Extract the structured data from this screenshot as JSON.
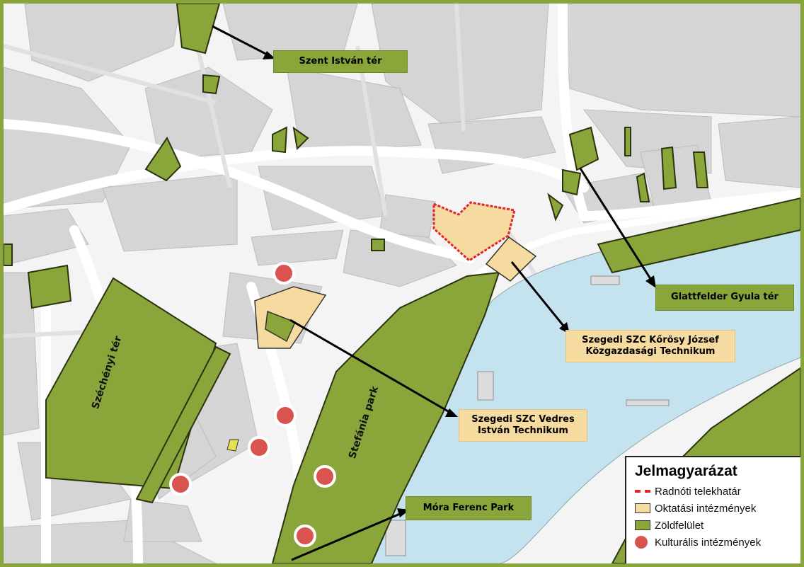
{
  "labels": {
    "szent_istvan": "Szent István tér",
    "glattfelder": "Glattfelder Gyula tér",
    "korosy": "Szegedi SZC Kőrösy József Közgazdasági Technikum",
    "vedres": "Szegedi SZC Vedres István Technikum",
    "mora": "Móra Ferenc Park",
    "szechenyi": "Széchényi tér",
    "stefania": "Stefánia park"
  },
  "legend": {
    "title": "Jelmagyarázat",
    "items": [
      {
        "label": "Radnóti telekhatár",
        "kind": "boundary",
        "color": "#e0252b"
      },
      {
        "label": "Oktatási intézmények",
        "kind": "education",
        "color": "#f6dba0"
      },
      {
        "label": "Zöldfelület",
        "kind": "green",
        "color": "#8aa63a"
      },
      {
        "label": "Kulturális intézmények",
        "kind": "culture",
        "color": "#d9534f"
      }
    ]
  },
  "colors": {
    "green": "#8aa63a",
    "tan": "#f6dba0",
    "water": "#c5e3ee",
    "block": "#d6d6d6",
    "street": "#f7f7f7",
    "boundary": "#e0252b",
    "culture": "#d9534f"
  }
}
